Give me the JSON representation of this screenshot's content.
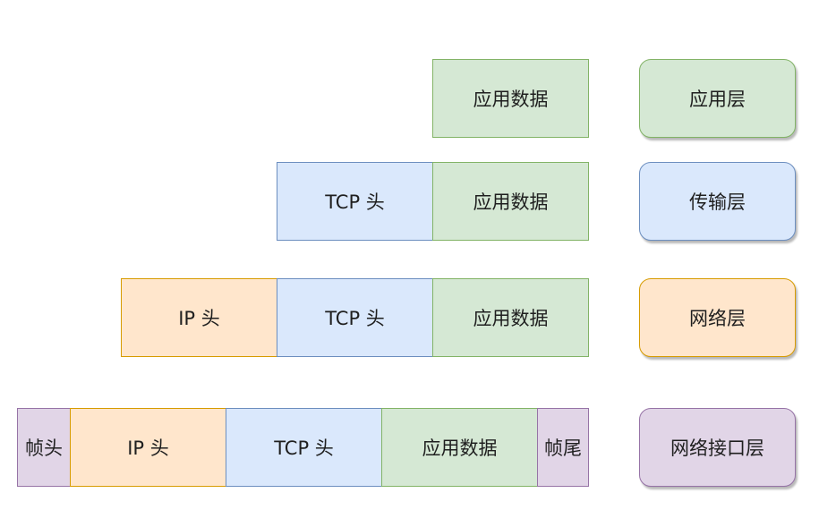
{
  "packets": {
    "app_data": "应用数据",
    "tcp_header": "TCP 头",
    "ip_header": "IP 头",
    "frame_header": "帧头",
    "frame_trailer": "帧尾"
  },
  "layers": {
    "application": "应用层",
    "transport": "传输层",
    "network": "网络层",
    "link": "网络接口层"
  },
  "colors": {
    "application": "#d5e8d4",
    "transport": "#dae8fc",
    "network": "#ffe6cc",
    "link": "#e1d5e7"
  }
}
